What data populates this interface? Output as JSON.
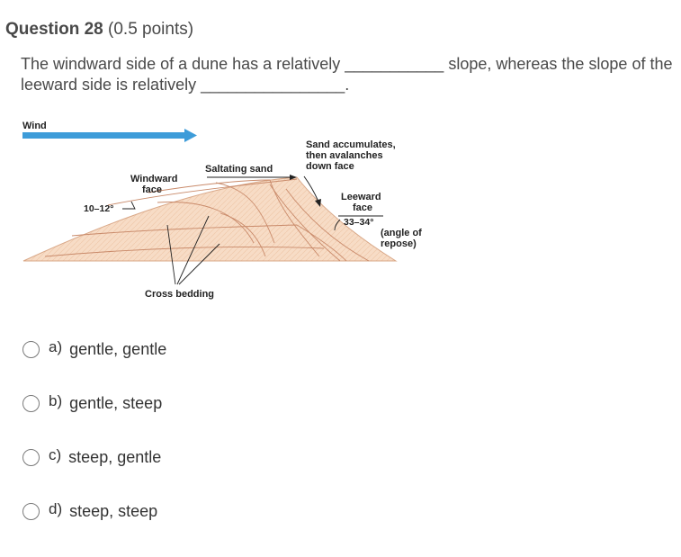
{
  "question": {
    "title": "Question 28",
    "points": "(0.5 points)",
    "text": "The windward side of a dune has a relatively ___________ slope, whereas the slope of the leeward side is relatively ________________."
  },
  "diagram": {
    "wind": "Wind",
    "windward_1": "Windward",
    "windward_2": "face",
    "angle_windward": "10–12°",
    "saltating": "Saltating sand",
    "accum_1": "Sand accumulates,",
    "accum_2": "then avalanches",
    "accum_3": "down face",
    "leeward_1": "Leeward",
    "leeward_2": "face",
    "angle_leeward": "33–34°",
    "repose_1": "(angle of",
    "repose_2": "repose)",
    "cross_bedding": "Cross bedding"
  },
  "options": [
    {
      "letter": "a)",
      "text": "gentle, gentle"
    },
    {
      "letter": "b)",
      "text": "gentle, steep"
    },
    {
      "letter": "c)",
      "text": "steep, gentle"
    },
    {
      "letter": "d)",
      "text": "steep, steep"
    }
  ],
  "colors": {
    "wind_arrow": "#3d9cd9",
    "dune_fill": "#f7dcc6",
    "bedding_line": "#c98a6a"
  }
}
